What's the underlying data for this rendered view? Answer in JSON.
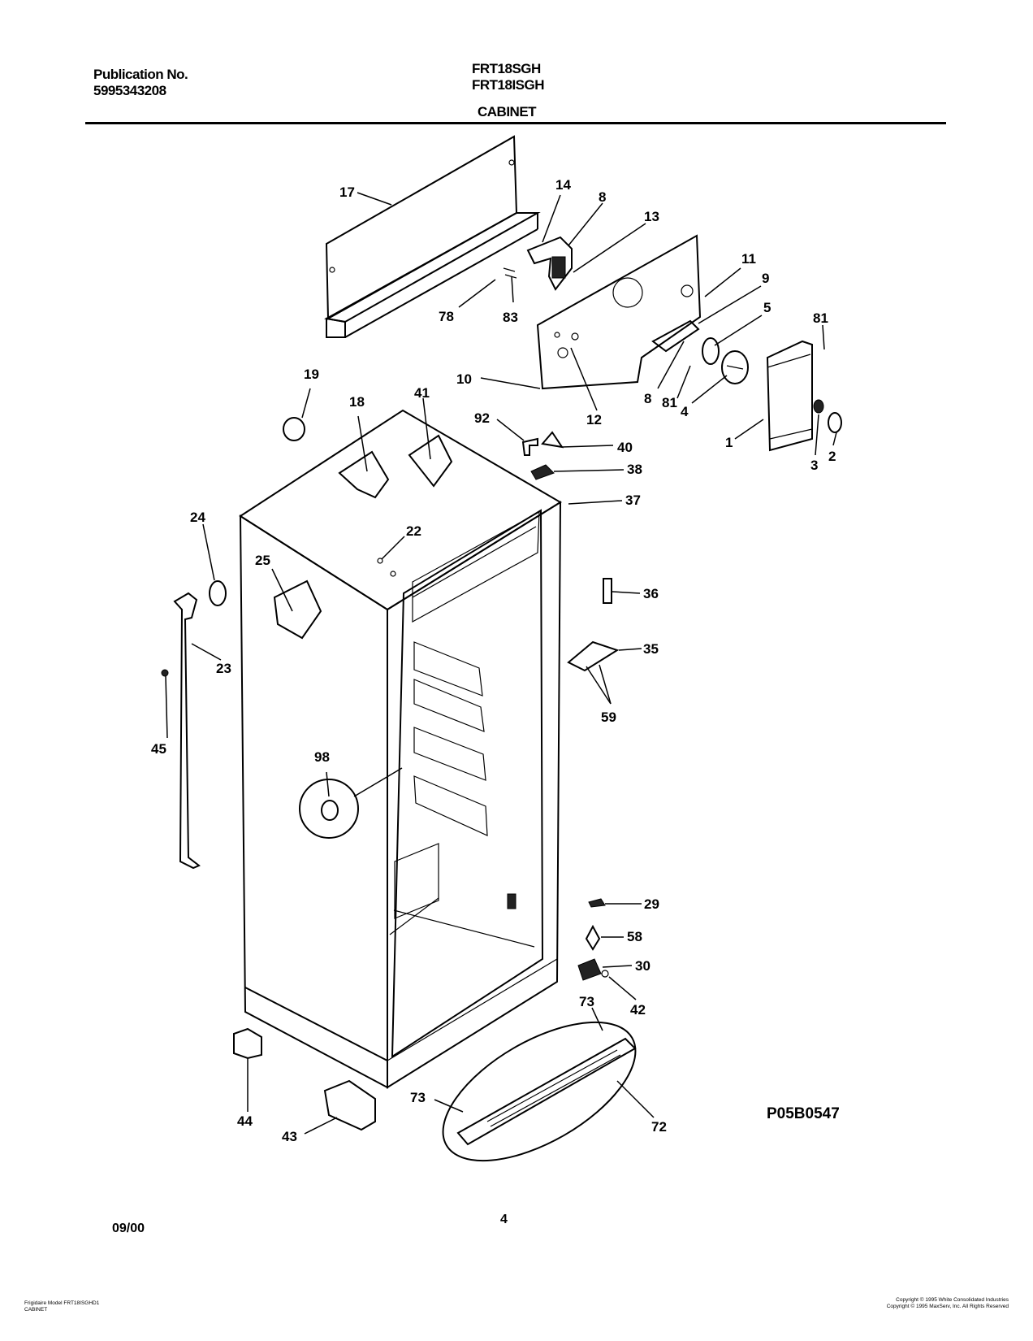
{
  "header": {
    "publication_label": "Publication No.",
    "publication_number": "5995343208",
    "model_1": "FRT18SGH",
    "model_2": "FRT18ISGH",
    "section": "CABINET"
  },
  "callouts": [
    "17",
    "14",
    "8",
    "13",
    "11",
    "9",
    "5",
    "81",
    "78",
    "83",
    "10",
    "8",
    "81",
    "4",
    "1",
    "3",
    "2",
    "12",
    "19",
    "18",
    "41",
    "92",
    "40",
    "38",
    "37",
    "24",
    "22",
    "25",
    "23",
    "45",
    "36",
    "35",
    "59",
    "98",
    "29",
    "58",
    "30",
    "42",
    "73",
    "73",
    "72",
    "44",
    "43"
  ],
  "diagram_id": "P05B0547",
  "footer": {
    "date": "09/00",
    "page": "4",
    "small_left_1": "Frigidaire Model FRT18ISGHD1",
    "small_left_2": "CABINET",
    "small_right_1": "Copyright © 1995 White Consolidated Industries",
    "small_right_2": "Copyright © 1995 MaxServ, Inc.   All Rights Reserved"
  }
}
